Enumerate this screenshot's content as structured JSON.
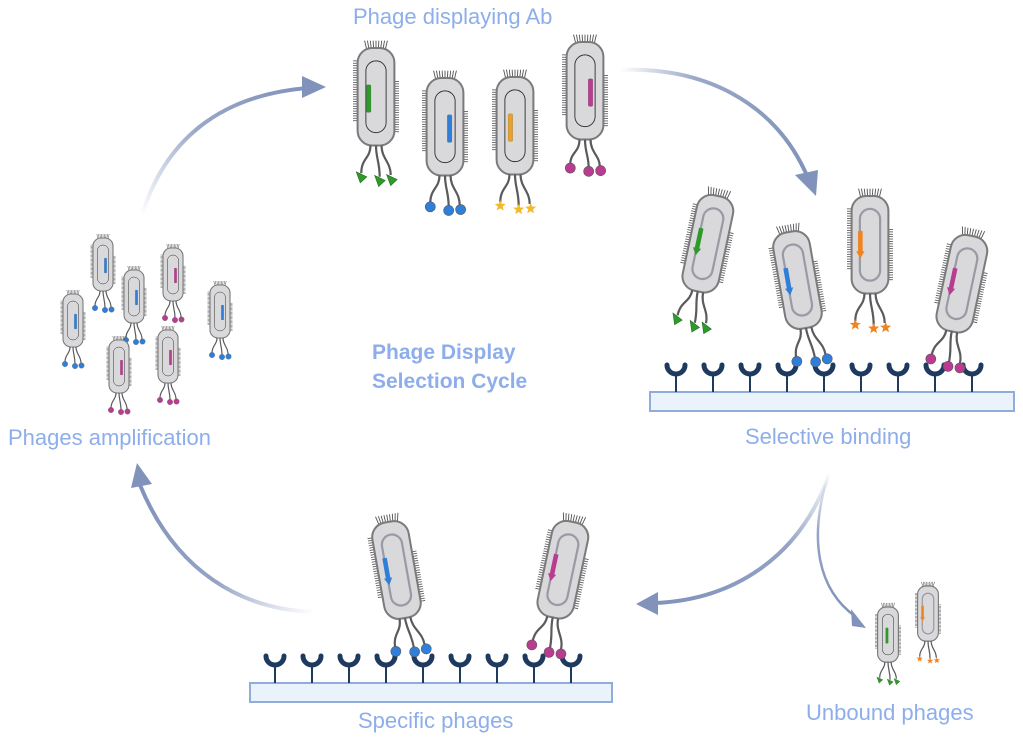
{
  "title": {
    "line1": "Phage Display",
    "line2": "Selection Cycle"
  },
  "stages": {
    "display": {
      "label": "Phage displaying Ab"
    },
    "binding": {
      "label": "Selective binding"
    },
    "specific": {
      "label": "Specific phages"
    },
    "unbound": {
      "label": "Unbound phages"
    },
    "amplification": {
      "label": "Phages amplification"
    }
  },
  "colors": {
    "text": "#8daeea",
    "arrow": "#8193bb",
    "phage_body": "#d9d8da",
    "phage_outline": "#7b7a7c",
    "receptor": "#1f3a5f",
    "plate_fill": "#eaf2fb",
    "plate_stroke": "#8fadd8",
    "green": "#2e9a2a",
    "blue": "#2f7fd8",
    "orange": "#e8a22c",
    "magenta": "#b83c8f",
    "star_yellow": "#f4b92a",
    "star_orange": "#ef8420"
  },
  "antibody_types": [
    {
      "name": "green-triangle",
      "color": "green",
      "shape": "triangle"
    },
    {
      "name": "blue-circle",
      "color": "blue",
      "shape": "circle"
    },
    {
      "name": "yellow-star",
      "color": "star_yellow",
      "shape": "star"
    },
    {
      "name": "magenta-circle",
      "color": "magenta",
      "shape": "circle"
    },
    {
      "name": "orange-star",
      "color": "star_orange",
      "shape": "star"
    }
  ],
  "phages": {
    "display": [
      "green-triangle",
      "blue-circle",
      "yellow-star",
      "magenta-circle"
    ],
    "binding": [
      "green-triangle",
      "blue-circle",
      "orange-star",
      "magenta-circle"
    ],
    "binding_bound": [
      "blue-circle",
      "magenta-circle"
    ],
    "specific": [
      "blue-circle",
      "magenta-circle"
    ],
    "unbound": [
      "green-triangle",
      "orange-star"
    ],
    "amplification": [
      "blue-circle",
      "blue-circle",
      "blue-circle",
      "magenta-circle",
      "blue-circle",
      "magenta-circle",
      "magenta-circle"
    ]
  },
  "receptors": {
    "binding_count": 9,
    "specific_count": 9
  },
  "arrows": [
    {
      "from": "amplification",
      "to": "display"
    },
    {
      "from": "display",
      "to": "binding"
    },
    {
      "from": "binding",
      "to": "specific"
    },
    {
      "from": "binding",
      "to": "unbound"
    },
    {
      "from": "specific",
      "to": "amplification"
    }
  ]
}
